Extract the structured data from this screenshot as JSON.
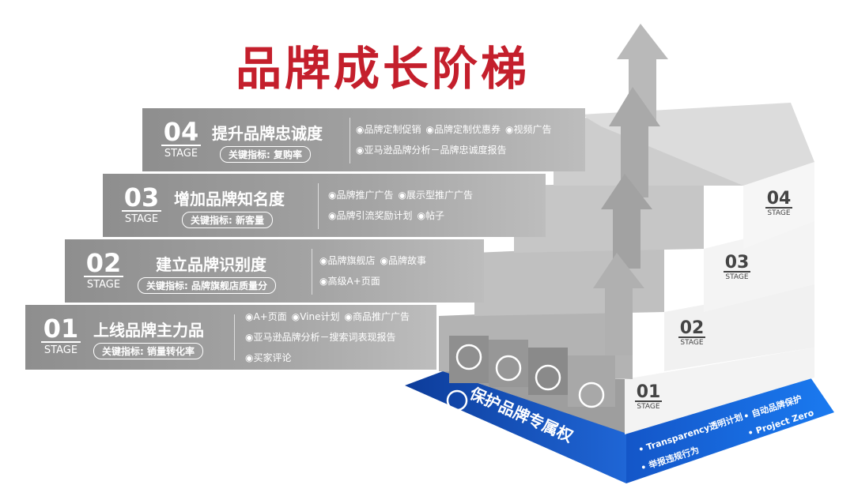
{
  "title": "品牌成长阶梯",
  "stage_label": "STAGE",
  "stages": [
    {
      "num": "04",
      "title": "提升品牌忠诚度",
      "kpi": "关键指标: 复购率",
      "items": [
        [
          "◉品牌定制促销",
          "◉品牌定制优惠券",
          "◉视频广告"
        ],
        [
          "◉亚马逊品牌分析－品牌忠诚度报告"
        ]
      ]
    },
    {
      "num": "03",
      "title": "增加品牌知名度",
      "kpi": "关键指标: 新客量",
      "items": [
        [
          "◉品牌推广广告",
          "◉展示型推广广告"
        ],
        [
          "◉品牌引流奖励计划",
          "◉帖子"
        ]
      ]
    },
    {
      "num": "02",
      "title": "建立品牌识别度",
      "kpi": "关键指标: 品牌旗舰店质量分",
      "items": [
        [
          "◉品牌旗舰店",
          "◉品牌故事"
        ],
        [
          "◉高级A+页面"
        ]
      ]
    },
    {
      "num": "01",
      "title": "上线品牌主力品",
      "kpi": "关键指标: 销量转化率",
      "items": [
        [
          "◉A+页面",
          "◉Vine计划",
          "◉商品推广广告"
        ],
        [
          "◉亚马逊品牌分析－搜索词表现报告"
        ],
        [
          "◉买家评论"
        ]
      ]
    }
  ],
  "base": {
    "title": "保护品牌专属权",
    "bullets": [
      "• Transparency透明计划",
      "• 举报违规行为",
      "• 自动品牌保护",
      "• Project Zero"
    ]
  },
  "colors": {
    "title": "#c41f2c",
    "blue": "#1b5fd0"
  }
}
